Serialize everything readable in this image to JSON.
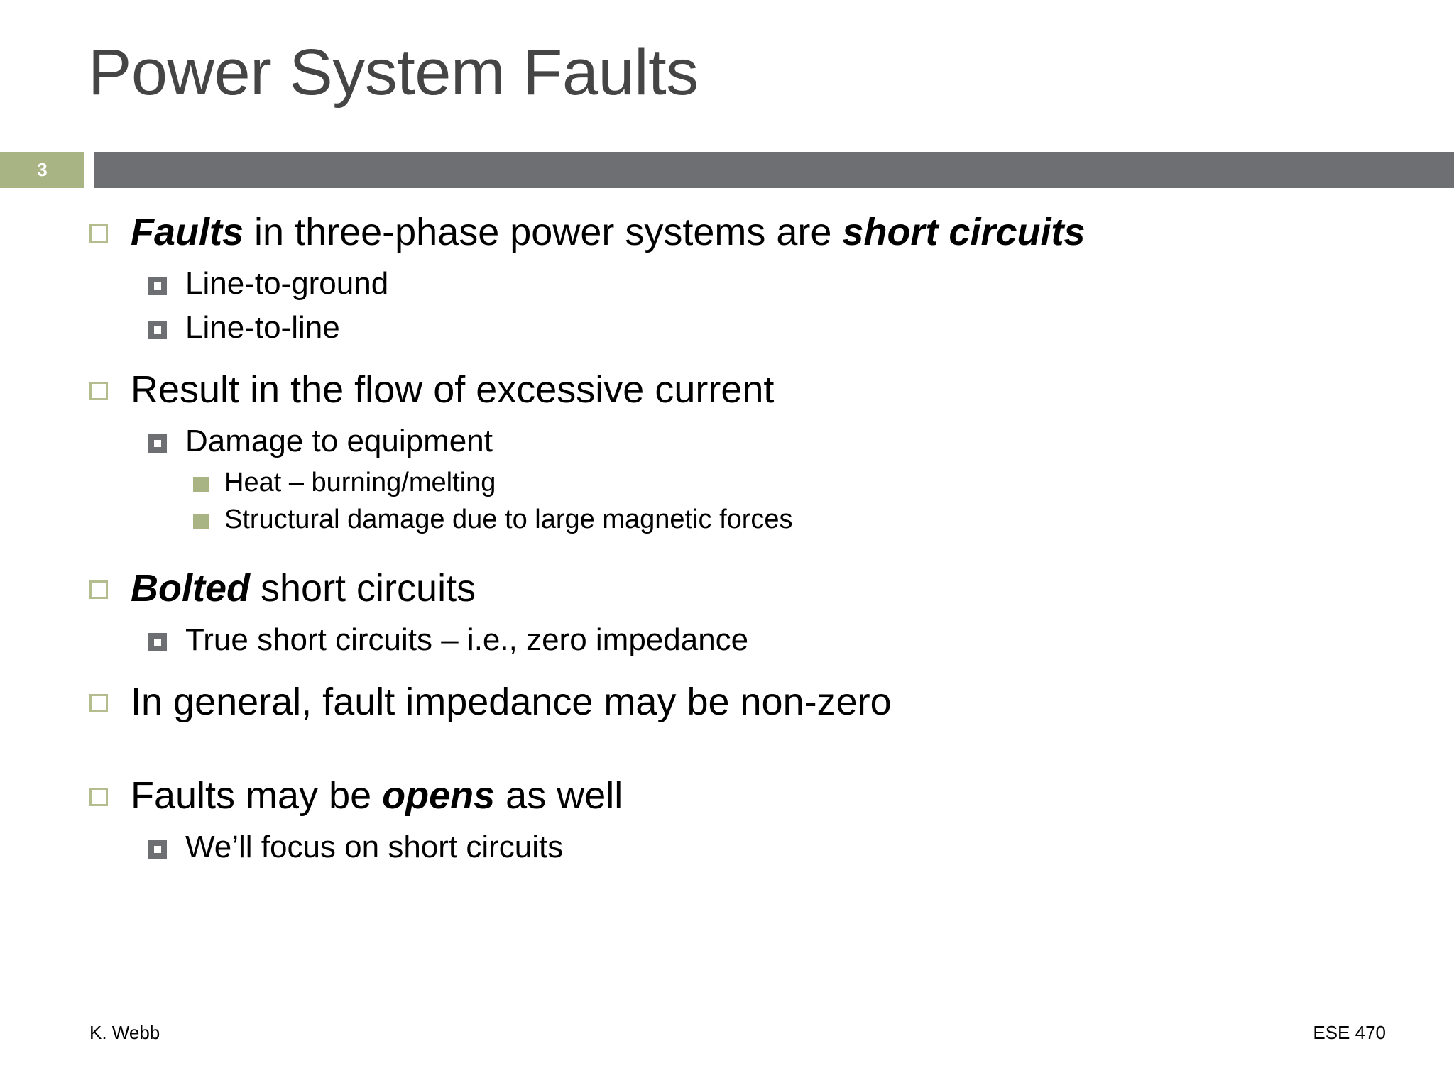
{
  "slide": {
    "title": "Power System Faults",
    "page_number": "3",
    "accent_green": "#a8b484",
    "bar_gray": "#6e6f72",
    "title_color": "#454545",
    "bullet_l1_border": "#b4bd8e"
  },
  "content": [
    {
      "level": 1,
      "parts": [
        {
          "text": "Faults",
          "emphasis": true
        },
        {
          "text": " in three-phase power systems are ",
          "emphasis": false
        },
        {
          "text": "short circuits",
          "emphasis": true
        }
      ]
    },
    {
      "level": 2,
      "parts": [
        {
          "text": "Line-to-ground",
          "emphasis": false
        }
      ]
    },
    {
      "level": 2,
      "parts": [
        {
          "text": "Line-to-line",
          "emphasis": false
        }
      ]
    },
    {
      "level": 1,
      "parts": [
        {
          "text": "Result in the flow of excessive current",
          "emphasis": false
        }
      ]
    },
    {
      "level": 2,
      "parts": [
        {
          "text": "Damage to equipment",
          "emphasis": false
        }
      ]
    },
    {
      "level": 3,
      "parts": [
        {
          "text": "Heat – burning/melting",
          "emphasis": false
        }
      ]
    },
    {
      "level": 3,
      "parts": [
        {
          "text": "Structural damage due to large magnetic forces",
          "emphasis": false
        }
      ]
    },
    {
      "level": 1,
      "parts": [
        {
          "text": "Bolted",
          "emphasis": true
        },
        {
          "text": " short circuits",
          "emphasis": false
        }
      ]
    },
    {
      "level": 2,
      "parts": [
        {
          "text": "True short circuits – i.e., zero impedance",
          "emphasis": false
        }
      ]
    },
    {
      "level": 1,
      "parts": [
        {
          "text": "In general, fault impedance may be non-zero",
          "emphasis": false
        }
      ]
    },
    {
      "level": 1,
      "parts": [
        {
          "text": "Faults may be ",
          "emphasis": false
        },
        {
          "text": "opens",
          "emphasis": true
        },
        {
          "text": " as well",
          "emphasis": false
        }
      ]
    },
    {
      "level": 2,
      "parts": [
        {
          "text": "We’ll focus on short circuits",
          "emphasis": false
        }
      ]
    }
  ],
  "footer": {
    "author": "K. Webb",
    "course": "ESE 470"
  }
}
